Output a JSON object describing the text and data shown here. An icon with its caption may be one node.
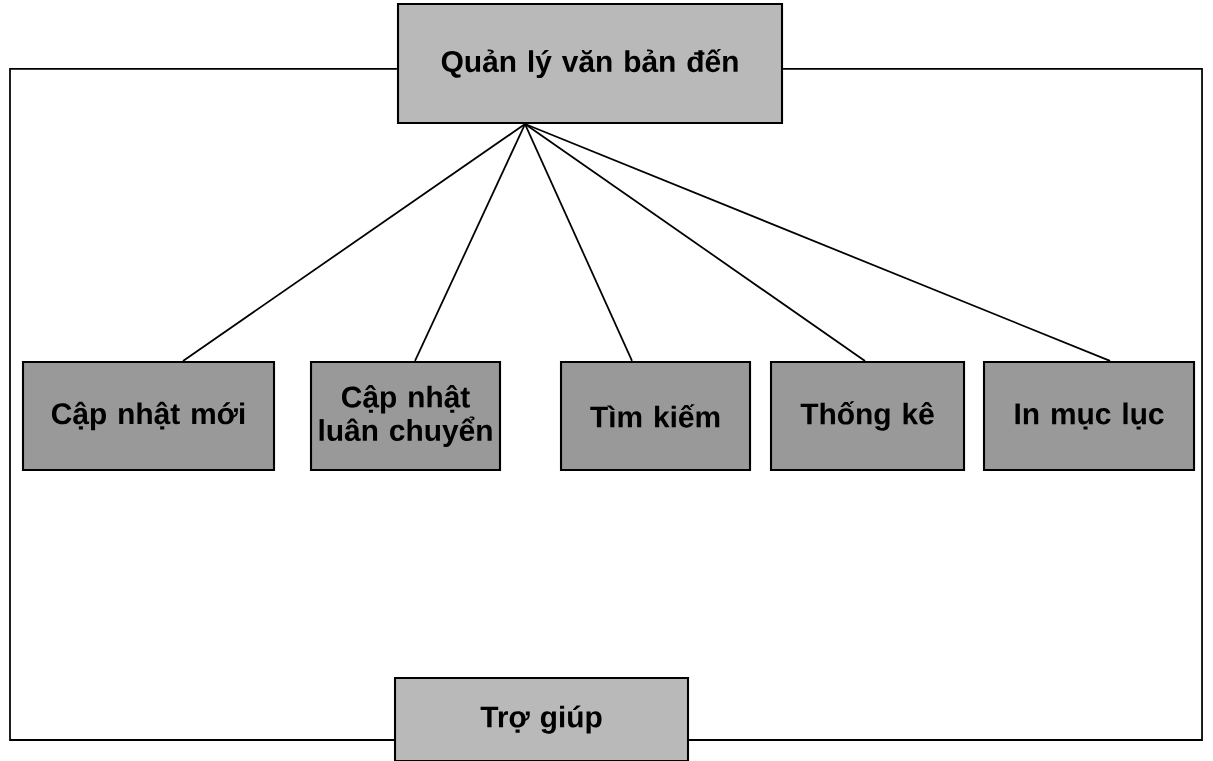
{
  "diagram": {
    "nodes": [
      {
        "text": [
          "Quản lý văn bản đến"
        ]
      },
      {
        "text": [
          "Cập nhật mới"
        ]
      },
      {
        "text": [
          "Cập nhật luân chuyển"
        ]
      },
      {
        "text": [
          "Tìm kiếm"
        ]
      },
      {
        "text": [
          "Thống kê"
        ]
      },
      {
        "text": [
          "In mục lục"
        ]
      },
      {
        "text": [
          "Trợ giúp"
        ]
      }
    ],
    "edges": [
      {
        "from": 0,
        "to": 1,
        "arrow": "none"
      },
      {
        "from": 0,
        "to": 2,
        "arrow": "none"
      },
      {
        "from": 0,
        "to": 3,
        "arrow": "none"
      },
      {
        "from": 0,
        "to": 4,
        "arrow": "none"
      },
      {
        "from": 0,
        "to": 5,
        "arrow": "none"
      },
      {
        "from": 0,
        "to": 6,
        "arrow": "none"
      },
      {
        "from": 0,
        "to": 6,
        "arrow": "none"
      }
    ]
  }
}
